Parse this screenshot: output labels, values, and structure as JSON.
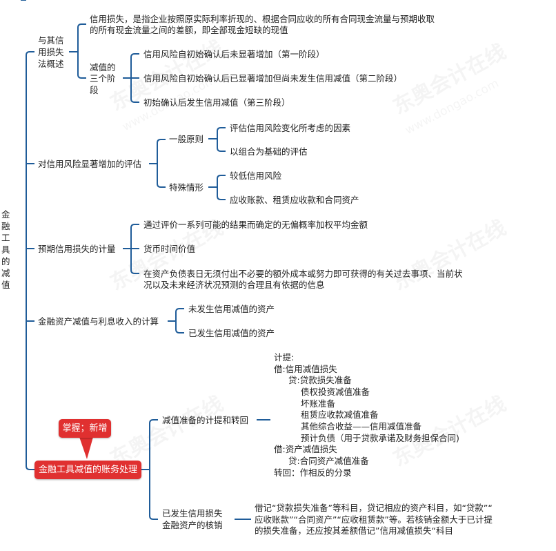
{
  "root": {
    "label_chars": [
      "金",
      "融",
      "工",
      "具",
      "的",
      "减",
      "值"
    ]
  },
  "watermark": {
    "brand": "东奥会计在线",
    "site": "www.dongao.com"
  },
  "colors": {
    "line": "#1f5c99",
    "highlight": "#e03030"
  },
  "branch1": {
    "label_lines": [
      "与其信",
      "用损失",
      "法概述"
    ],
    "definition_lines": [
      "信用损失，是指企业按照原实际利率折现的、根据合同应收的所有合同现金流量与预期收取",
      "的所有现金流量之间的差额，即全部现金短缺的现值"
    ],
    "stages_label_lines": [
      "减值的",
      "三个阶",
      "段"
    ],
    "stages": [
      "信用风险自初始确认后未显著增加（第一阶段）",
      "信用风险自初始确认后已显著增加但尚未发生信用减值（第二阶段）",
      "初始确认后发生信用减值（第三阶段）"
    ]
  },
  "branch2": {
    "label": "对信用风险显著增加的评估",
    "general": {
      "label": "一般原则",
      "items": [
        "评估信用风险变化所考虑的因素",
        "以组合为基础的评估"
      ]
    },
    "special": {
      "label": "特殊情形",
      "items": [
        "较低信用风险",
        "应收账款、租赁应收款和合同资产"
      ]
    }
  },
  "branch3": {
    "label": "预期信用损失的计量",
    "items": [
      "通过评价一系列可能的结果而确定的无偏概率加权平均金额",
      "货币时间价值"
    ],
    "item3_lines": [
      "在资产负债表日无须付出不必要的额外成本或努力即可获得的有关过去事项、当前状",
      "况以及未来经济状况预测的合理且有依据的信息"
    ]
  },
  "branch4": {
    "label": "金融资产减值与利息收入的计算",
    "items": [
      "未发生信用减值的资产",
      "已发生信用减值的资产"
    ]
  },
  "branch5": {
    "label": "金融工具减值的账务处理",
    "tag": "掌握；新增",
    "provision": {
      "label": "减值准备的计提和转回",
      "lines": [
        "计提:",
        "借:信用减值损失",
        "贷:贷款损失准备",
        "债权投资减值准备",
        "坏账准备",
        "租赁应收款减值准备",
        "其他综合收益——信用减值准备",
        "预计负债（用于贷款承诺及财务担保合同)",
        "借:资产减值损失",
        "贷:合同资产减值准备",
        "转回：作相反的分录"
      ]
    },
    "writeoff": {
      "label_lines": [
        "已发生信用损失",
        "金融资产的核销"
      ],
      "lines": [
        "借记“贷款损失准备”等科目，贷记相应的资产科目，如“贷款”“",
        "应收账款”“合同资产”“应收租赁款”等。若核销金额大于已计提",
        "的损失准备，还应按其差额借记”信用减值损失“科目"
      ]
    }
  }
}
